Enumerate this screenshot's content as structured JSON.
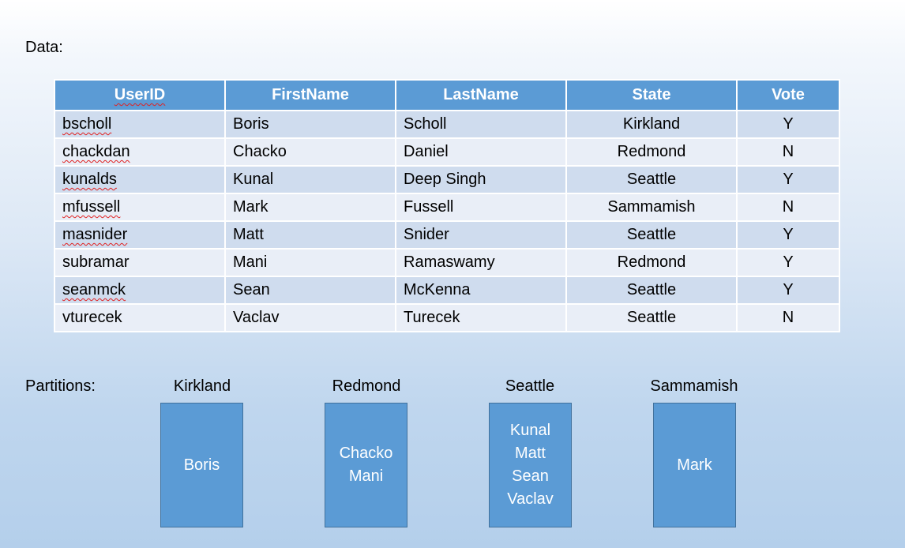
{
  "data_label": "Data:",
  "table": {
    "headers": [
      "UserID",
      "FirstName",
      "LastName",
      "State",
      "Vote"
    ],
    "rows": [
      [
        "bscholl",
        "Boris",
        "Scholl",
        "Kirkland",
        "Y"
      ],
      [
        "chackdan",
        "Chacko",
        "Daniel",
        "Redmond",
        "N"
      ],
      [
        "kunalds",
        "Kunal",
        "Deep Singh",
        "Seattle",
        "Y"
      ],
      [
        "mfussell",
        "Mark",
        "Fussell",
        "Sammamish",
        "N"
      ],
      [
        "masnider",
        "Matt",
        "Snider",
        "Seattle",
        "Y"
      ],
      [
        "subramar",
        "Mani",
        "Ramaswamy",
        "Redmond",
        "Y"
      ],
      [
        "seanmck",
        "Sean",
        "McKenna",
        "Seattle",
        "Y"
      ],
      [
        "vturecek",
        "Vaclav",
        "Turecek",
        "Seattle",
        "N"
      ]
    ]
  },
  "partitions_label": "Partitions:",
  "partitions": [
    {
      "title": "Kirkland",
      "members": [
        "Boris"
      ]
    },
    {
      "title": "Redmond",
      "members": [
        "Chacko",
        "Mani"
      ]
    },
    {
      "title": "Seattle",
      "members": [
        "Kunal",
        "Matt",
        "Sean",
        "Vaclav"
      ]
    },
    {
      "title": "Sammamish",
      "members": [
        "Mark"
      ]
    }
  ],
  "colors": {
    "header_fill": "#5b9bd5",
    "row_odd": "#cfdcee",
    "row_even": "#e9eef7",
    "box_fill": "#5b9bd5",
    "box_border": "#41719c"
  }
}
